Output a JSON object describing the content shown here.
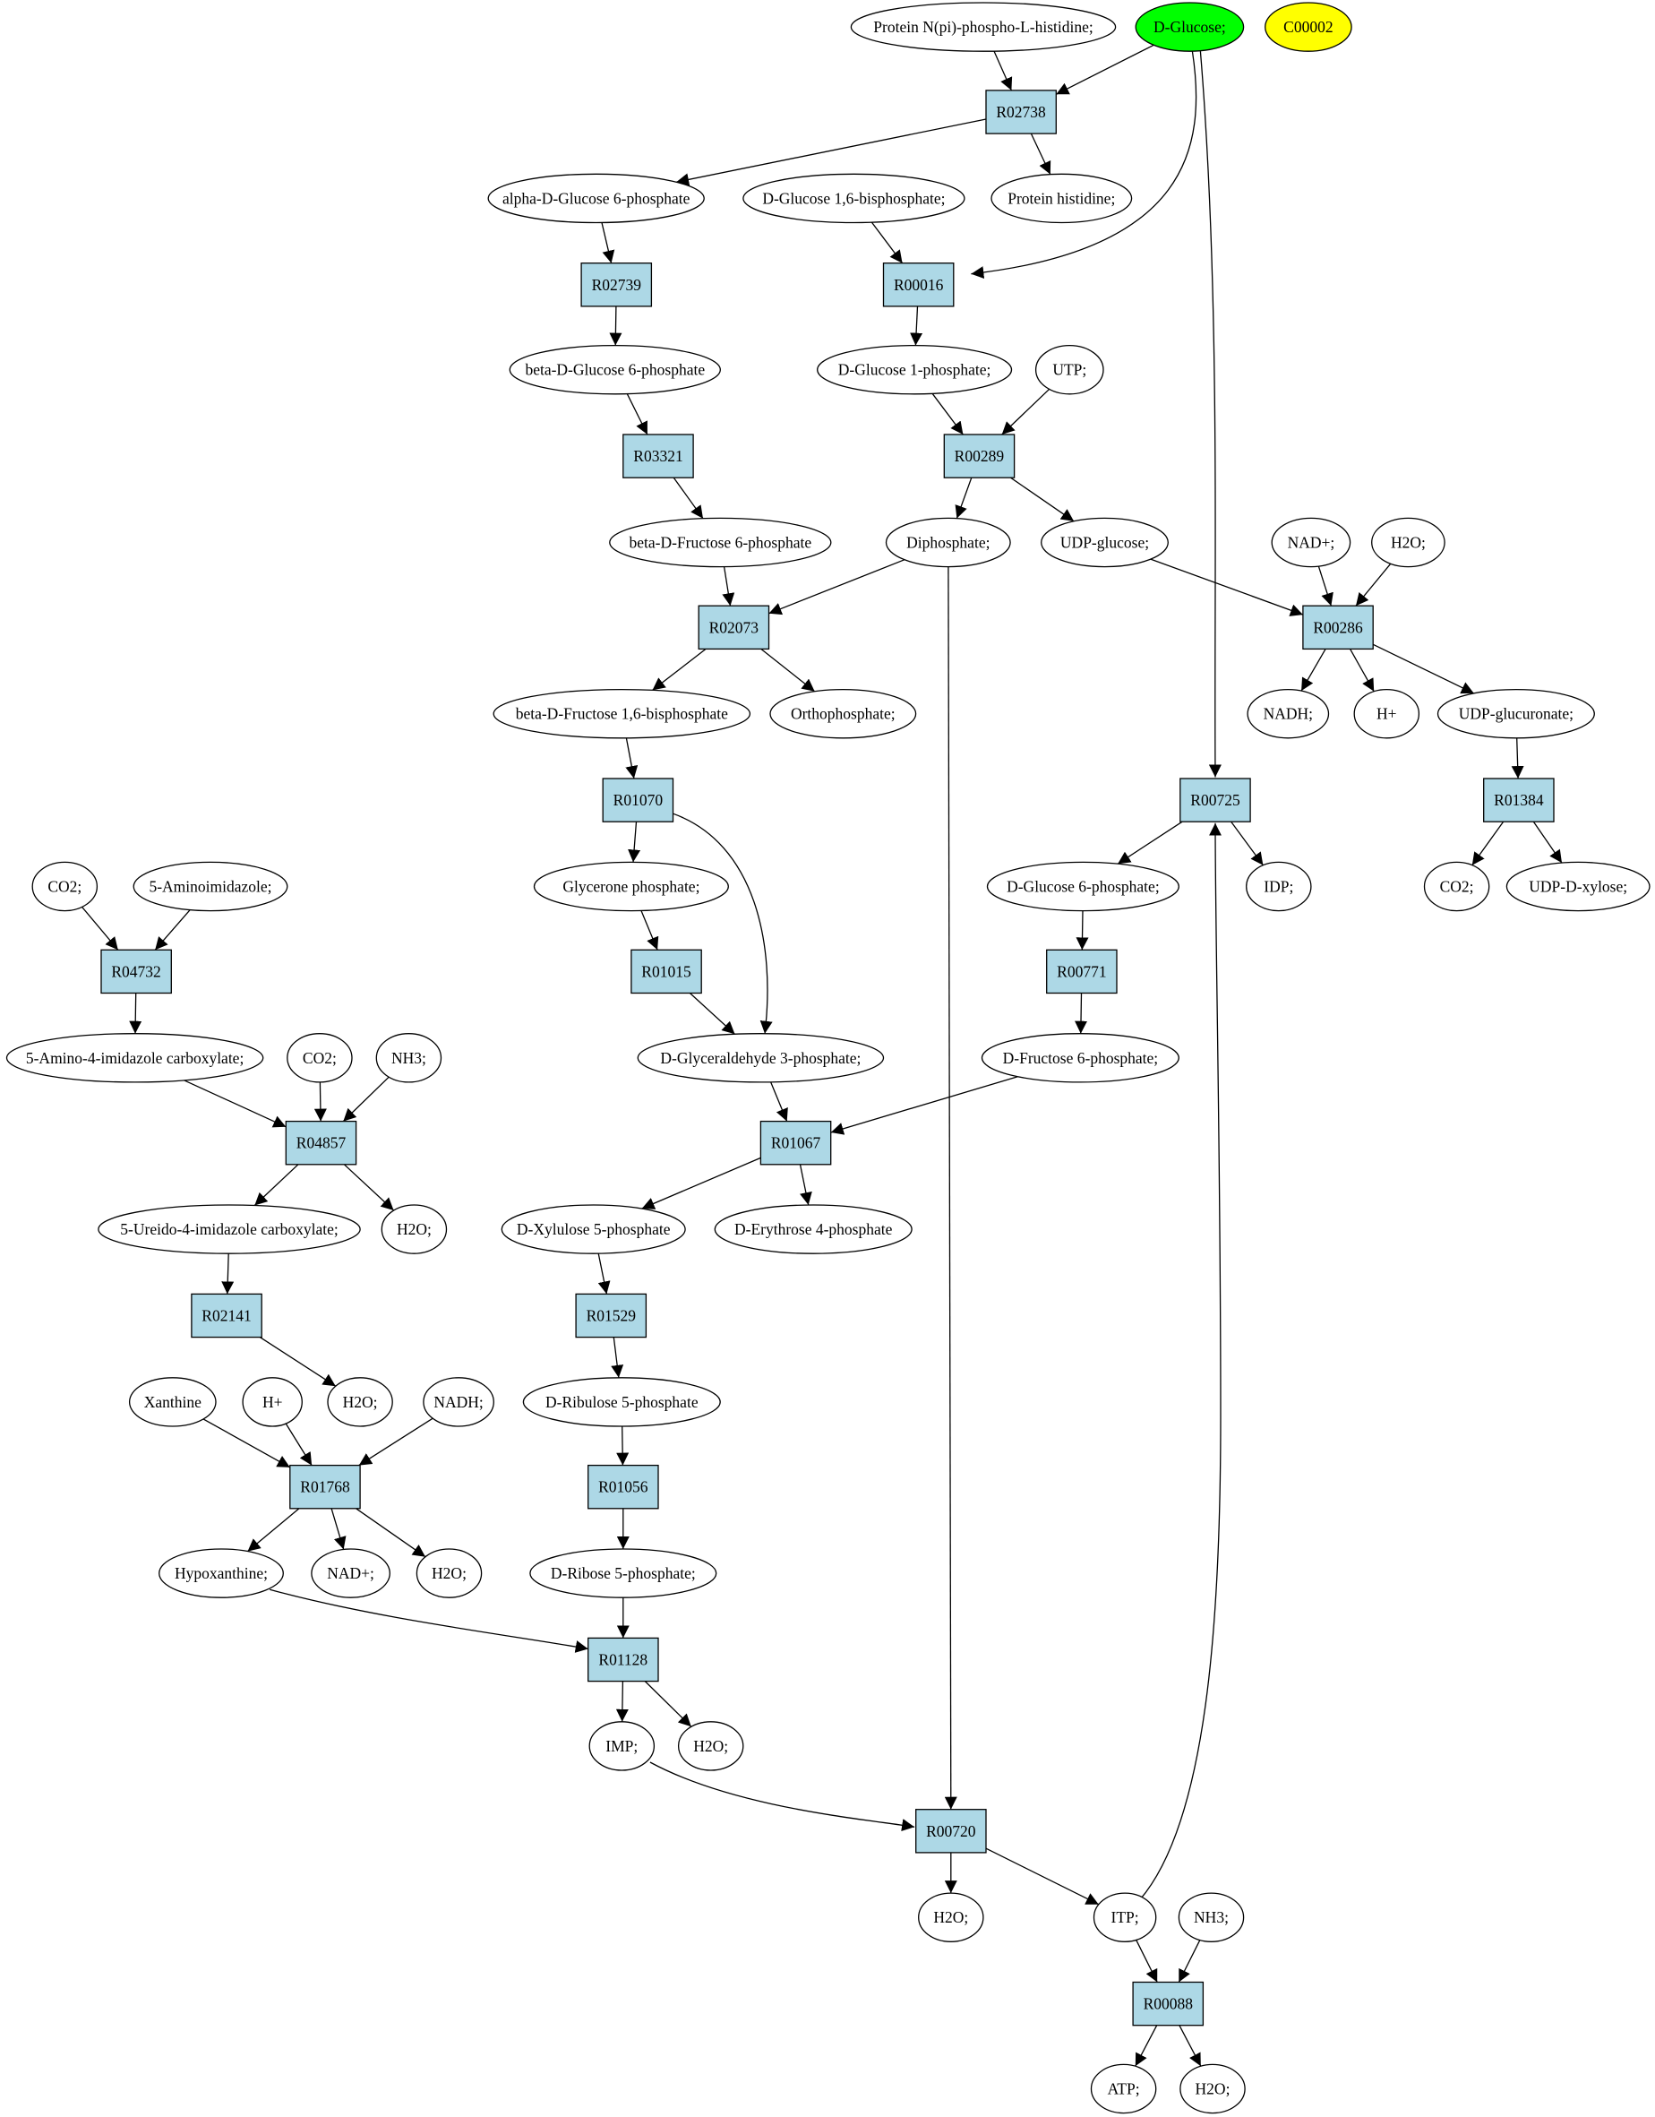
{
  "colors": {
    "reaction_fill": "#add8e6",
    "compound_fill": "#ffffff",
    "query_compound_fill": "#00ff00",
    "highlight_compound_fill": "#ffff00",
    "edge": "#000000",
    "outline": "#000000"
  },
  "nodes": [
    {
      "id": "c_protein_nphos",
      "type": "compound",
      "label": "Protein N(pi)-phospho-L-histidine;"
    },
    {
      "id": "c_dglucose",
      "type": "compound",
      "label": "D-Glucose;",
      "fill": "#00ff00"
    },
    {
      "id": "c_c00002",
      "type": "compound",
      "label": "C00002",
      "fill": "#ffff00"
    },
    {
      "id": "r_R02738",
      "type": "reaction",
      "label": "R02738"
    },
    {
      "id": "c_a_g6p",
      "type": "compound",
      "label": "alpha-D-Glucose 6-phosphate"
    },
    {
      "id": "c_g16bp",
      "type": "compound",
      "label": "D-Glucose 1,6-bisphosphate;"
    },
    {
      "id": "c_protein_his",
      "type": "compound",
      "label": "Protein histidine;"
    },
    {
      "id": "r_R02739",
      "type": "reaction",
      "label": "R02739"
    },
    {
      "id": "r_R00016",
      "type": "reaction",
      "label": "R00016"
    },
    {
      "id": "c_b_g6p",
      "type": "compound",
      "label": "beta-D-Glucose 6-phosphate"
    },
    {
      "id": "c_g1p",
      "type": "compound",
      "label": "D-Glucose 1-phosphate;"
    },
    {
      "id": "c_utp",
      "type": "compound",
      "label": "UTP;"
    },
    {
      "id": "r_R03321",
      "type": "reaction",
      "label": "R03321"
    },
    {
      "id": "r_R00289",
      "type": "reaction",
      "label": "R00289"
    },
    {
      "id": "c_b_f6p",
      "type": "compound",
      "label": "beta-D-Fructose 6-phosphate"
    },
    {
      "id": "c_diphosphate",
      "type": "compound",
      "label": "Diphosphate;"
    },
    {
      "id": "c_udpglucose",
      "type": "compound",
      "label": "UDP-glucose;"
    },
    {
      "id": "c_nadplus_1",
      "type": "compound",
      "label": "NAD+;"
    },
    {
      "id": "c_h2o_1",
      "type": "compound",
      "label": "H2O;"
    },
    {
      "id": "r_R02073",
      "type": "reaction",
      "label": "R02073"
    },
    {
      "id": "r_R00286",
      "type": "reaction",
      "label": "R00286"
    },
    {
      "id": "c_b_f16bp",
      "type": "compound",
      "label": "beta-D-Fructose 1,6-bisphosphate"
    },
    {
      "id": "c_orthophosphate",
      "type": "compound",
      "label": "Orthophosphate;"
    },
    {
      "id": "c_nadh_1",
      "type": "compound",
      "label": "NADH;"
    },
    {
      "id": "c_hplus_1",
      "type": "compound",
      "label": "H+"
    },
    {
      "id": "c_udpglucuronate",
      "type": "compound",
      "label": "UDP-glucuronate;"
    },
    {
      "id": "r_R01070",
      "type": "reaction",
      "label": "R01070"
    },
    {
      "id": "r_R00725",
      "type": "reaction",
      "label": "R00725"
    },
    {
      "id": "r_R01384",
      "type": "reaction",
      "label": "R01384"
    },
    {
      "id": "c_co2_1",
      "type": "compound",
      "label": "CO2;"
    },
    {
      "id": "c_aminoimidazole",
      "type": "compound",
      "label": "5-Aminoimidazole;"
    },
    {
      "id": "c_glycerone_p",
      "type": "compound",
      "label": "Glycerone phosphate;"
    },
    {
      "id": "c_g6p",
      "type": "compound",
      "label": "D-Glucose 6-phosphate;"
    },
    {
      "id": "c_idp",
      "type": "compound",
      "label": "IDP;"
    },
    {
      "id": "c_co2_2",
      "type": "compound",
      "label": "CO2;"
    },
    {
      "id": "c_udpxylose",
      "type": "compound",
      "label": "UDP-D-xylose;"
    },
    {
      "id": "r_R04732",
      "type": "reaction",
      "label": "R04732"
    },
    {
      "id": "r_R01015",
      "type": "reaction",
      "label": "R01015"
    },
    {
      "id": "r_R00771",
      "type": "reaction",
      "label": "R00771"
    },
    {
      "id": "c_aica",
      "type": "compound",
      "label": "5-Amino-4-imidazole carboxylate;"
    },
    {
      "id": "c_co2_3",
      "type": "compound",
      "label": "CO2;"
    },
    {
      "id": "c_nh3_1",
      "type": "compound",
      "label": "NH3;"
    },
    {
      "id": "c_ga3p",
      "type": "compound",
      "label": "D-Glyceraldehyde 3-phosphate;"
    },
    {
      "id": "c_f6p",
      "type": "compound",
      "label": "D-Fructose 6-phosphate;"
    },
    {
      "id": "r_R04857",
      "type": "reaction",
      "label": "R04857"
    },
    {
      "id": "r_R01067",
      "type": "reaction",
      "label": "R01067"
    },
    {
      "id": "c_ureido",
      "type": "compound",
      "label": "5-Ureido-4-imidazole carboxylate;"
    },
    {
      "id": "c_h2o_2",
      "type": "compound",
      "label": "H2O;"
    },
    {
      "id": "c_xu5p",
      "type": "compound",
      "label": "D-Xylulose 5-phosphate"
    },
    {
      "id": "c_e4p",
      "type": "compound",
      "label": "D-Erythrose 4-phosphate"
    },
    {
      "id": "r_R02141",
      "type": "reaction",
      "label": "R02141"
    },
    {
      "id": "r_R01529",
      "type": "reaction",
      "label": "R01529"
    },
    {
      "id": "c_xanthine",
      "type": "compound",
      "label": "Xanthine"
    },
    {
      "id": "c_hplus_2",
      "type": "compound",
      "label": "H+"
    },
    {
      "id": "c_h2o_3",
      "type": "compound",
      "label": "H2O;"
    },
    {
      "id": "c_nadh_2",
      "type": "compound",
      "label": "NADH;"
    },
    {
      "id": "c_ru5p",
      "type": "compound",
      "label": "D-Ribulose 5-phosphate"
    },
    {
      "id": "r_R01768",
      "type": "reaction",
      "label": "R01768"
    },
    {
      "id": "r_R01056",
      "type": "reaction",
      "label": "R01056"
    },
    {
      "id": "c_hypoxanthine",
      "type": "compound",
      "label": "Hypoxanthine;"
    },
    {
      "id": "c_nadplus_2",
      "type": "compound",
      "label": "NAD+;"
    },
    {
      "id": "c_h2o_4",
      "type": "compound",
      "label": "H2O;"
    },
    {
      "id": "c_r5p",
      "type": "compound",
      "label": "D-Ribose 5-phosphate;"
    },
    {
      "id": "r_R01128",
      "type": "reaction",
      "label": "R01128"
    },
    {
      "id": "c_imp",
      "type": "compound",
      "label": "IMP;"
    },
    {
      "id": "c_h2o_5",
      "type": "compound",
      "label": "H2O;"
    },
    {
      "id": "r_R00720",
      "type": "reaction",
      "label": "R00720"
    },
    {
      "id": "c_h2o_6",
      "type": "compound",
      "label": "H2O;"
    },
    {
      "id": "c_itp",
      "type": "compound",
      "label": "ITP;"
    },
    {
      "id": "c_nh3_2",
      "type": "compound",
      "label": "NH3;"
    },
    {
      "id": "r_R00088",
      "type": "reaction",
      "label": "R00088"
    },
    {
      "id": "c_atp",
      "type": "compound",
      "label": "ATP;"
    },
    {
      "id": "c_h2o_7",
      "type": "compound",
      "label": "H2O;"
    }
  ],
  "edges": [
    [
      "c_protein_nphos",
      "r_R02738"
    ],
    [
      "c_dglucose",
      "r_R02738"
    ],
    [
      "r_R02738",
      "c_a_g6p"
    ],
    [
      "r_R02738",
      "c_protein_his"
    ],
    [
      "c_dglucose",
      "r_R00016"
    ],
    [
      "c_dglucose",
      "r_R00725"
    ],
    [
      "c_a_g6p",
      "r_R02739"
    ],
    [
      "c_g16bp",
      "r_R00016"
    ],
    [
      "r_R02739",
      "c_b_g6p"
    ],
    [
      "r_R00016",
      "c_g1p"
    ],
    [
      "c_b_g6p",
      "r_R03321"
    ],
    [
      "c_g1p",
      "r_R00289"
    ],
    [
      "c_utp",
      "r_R00289"
    ],
    [
      "r_R03321",
      "c_b_f6p"
    ],
    [
      "r_R00289",
      "c_diphosphate"
    ],
    [
      "r_R00289",
      "c_udpglucose"
    ],
    [
      "c_b_f6p",
      "r_R02073"
    ],
    [
      "c_diphosphate",
      "r_R02073"
    ],
    [
      "c_diphosphate",
      "r_R00720"
    ],
    [
      "c_udpglucose",
      "r_R00286"
    ],
    [
      "c_nadplus_1",
      "r_R00286"
    ],
    [
      "c_h2o_1",
      "r_R00286"
    ],
    [
      "r_R02073",
      "c_b_f16bp"
    ],
    [
      "r_R02073",
      "c_orthophosphate"
    ],
    [
      "r_R00286",
      "c_nadh_1"
    ],
    [
      "r_R00286",
      "c_hplus_1"
    ],
    [
      "r_R00286",
      "c_udpglucuronate"
    ],
    [
      "c_b_f16bp",
      "r_R01070"
    ],
    [
      "c_udpglucuronate",
      "r_R01384"
    ],
    [
      "r_R01070",
      "c_glycerone_p"
    ],
    [
      "r_R01070",
      "c_ga3p"
    ],
    [
      "r_R00725",
      "c_g6p"
    ],
    [
      "r_R00725",
      "c_idp"
    ],
    [
      "r_R01384",
      "c_co2_2"
    ],
    [
      "r_R01384",
      "c_udpxylose"
    ],
    [
      "c_co2_1",
      "r_R04732"
    ],
    [
      "c_aminoimidazole",
      "r_R04732"
    ],
    [
      "c_glycerone_p",
      "r_R01015"
    ],
    [
      "c_g6p",
      "r_R00771"
    ],
    [
      "r_R04732",
      "c_aica"
    ],
    [
      "r_R01015",
      "c_ga3p"
    ],
    [
      "r_R00771",
      "c_f6p"
    ],
    [
      "c_aica",
      "r_R04857"
    ],
    [
      "c_co2_3",
      "r_R04857"
    ],
    [
      "c_nh3_1",
      "r_R04857"
    ],
    [
      "c_ga3p",
      "r_R01067"
    ],
    [
      "c_f6p",
      "r_R01067"
    ],
    [
      "r_R04857",
      "c_ureido"
    ],
    [
      "r_R04857",
      "c_h2o_2"
    ],
    [
      "r_R01067",
      "c_xu5p"
    ],
    [
      "r_R01067",
      "c_e4p"
    ],
    [
      "c_ureido",
      "r_R02141"
    ],
    [
      "c_xu5p",
      "r_R01529"
    ],
    [
      "r_R02141",
      "c_h2o_3"
    ],
    [
      "r_R01529",
      "c_ru5p"
    ],
    [
      "c_xanthine",
      "r_R01768"
    ],
    [
      "c_hplus_2",
      "r_R01768"
    ],
    [
      "c_nadh_2",
      "r_R01768"
    ],
    [
      "c_ru5p",
      "r_R01056"
    ],
    [
      "r_R01768",
      "c_hypoxanthine"
    ],
    [
      "r_R01768",
      "c_nadplus_2"
    ],
    [
      "r_R01768",
      "c_h2o_4"
    ],
    [
      "r_R01056",
      "c_r5p"
    ],
    [
      "c_hypoxanthine",
      "r_R01128"
    ],
    [
      "c_r5p",
      "r_R01128"
    ],
    [
      "r_R01128",
      "c_imp"
    ],
    [
      "r_R01128",
      "c_h2o_5"
    ],
    [
      "c_imp",
      "r_R00720"
    ],
    [
      "r_R00720",
      "c_h2o_6"
    ],
    [
      "r_R00720",
      "c_itp"
    ],
    [
      "c_itp",
      "r_R00725"
    ],
    [
      "c_itp",
      "r_R00088"
    ],
    [
      "c_nh3_2",
      "r_R00088"
    ],
    [
      "r_R00088",
      "c_atp"
    ],
    [
      "r_R00088",
      "c_h2o_7"
    ]
  ]
}
